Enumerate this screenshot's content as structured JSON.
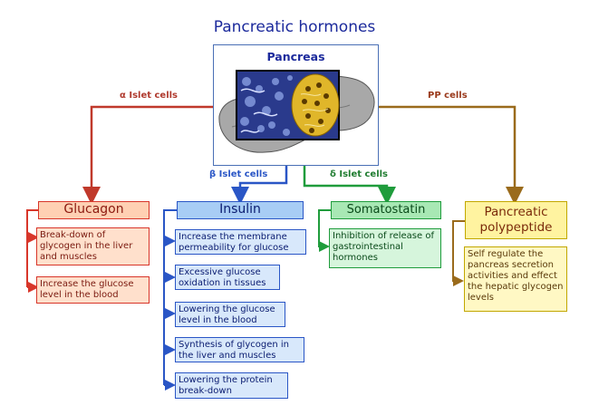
{
  "title": "Pancreatic hormones",
  "pancreas_label": "Pancreas",
  "edge_labels": {
    "alpha": "α Islet cells",
    "beta": "β Islet cells",
    "delta": "δ Islet cells",
    "pp": "PP cells"
  },
  "glucagon": {
    "name": "Glucagon",
    "effects": [
      "Break-down of glycogen in the liver and muscles",
      "Increase the glucose level in the blood"
    ]
  },
  "insulin": {
    "name": "Insulin",
    "effects": [
      "Increase the membrane permeability for glucose",
      "Excessive glucose oxidation in tissues",
      "Lowering the glucose level in the blood",
      "Synthesis of glycogen in the liver and muscles",
      "Lowering the protein break-down"
    ]
  },
  "somatostatin": {
    "name": "Somatostatin",
    "effects": [
      "Inhibition of release of gastrointestinal hormones"
    ]
  },
  "pancreatic_polypeptide": {
    "name": "Pancreatic polypeptide",
    "effects": [
      "Self regulate the pancreas secretion activities and effect the hepatic glycogen levels"
    ]
  },
  "colors": {
    "glucagon": "#d8362a",
    "insulin": "#2a56c6",
    "somatostatin": "#1f9c3c",
    "pancreatic_polypeptide": "#9a6b1c",
    "alpha_arrow": "#c0392b",
    "title": "#1c2a9c"
  }
}
